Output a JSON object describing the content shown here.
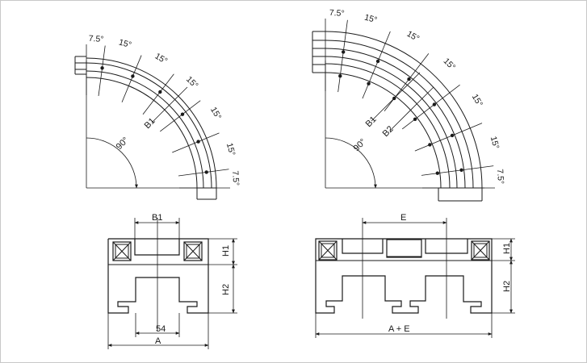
{
  "colors": {
    "line": "#1a1a1a",
    "frame": "#c8c8c8",
    "background": "#ffffff"
  },
  "single_track": {
    "angle_labels": [
      "7.5°",
      "15°",
      "15°",
      "15°",
      "15°",
      "15°",
      "7.5°"
    ],
    "radius_label": "B1",
    "corner_angle": "90°"
  },
  "double_track": {
    "angle_labels": [
      "7.5°",
      "15°",
      "15°",
      "15°",
      "15°",
      "15°",
      "7.5°"
    ],
    "radius_labels": [
      "B1",
      "B2"
    ],
    "corner_angle": "90°"
  },
  "single_section": {
    "width_top": "B1",
    "height_top": "H1",
    "height_bottom": "H2",
    "inner_width": "54",
    "overall_width": "A"
  },
  "double_section": {
    "width_top": "E",
    "height_top": "H1",
    "height_bottom": "H2",
    "overall_width": "A + E"
  }
}
